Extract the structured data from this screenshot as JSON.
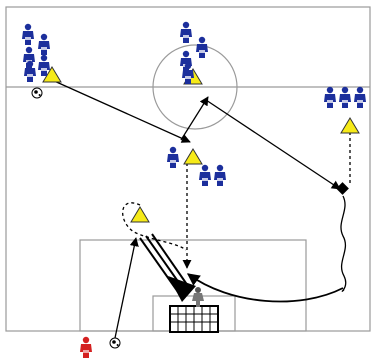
{
  "colors": {
    "background": "#ffffff",
    "field_lines": "#9a9a9a",
    "arrows": "#000000",
    "cone_fill": "#f6ea18",
    "cone_stroke": "#333333",
    "team_blue": "#1c2f9c",
    "team_red": "#d42020"
  },
  "icons": {
    "player": "player-icon",
    "cone": "cone-icon",
    "ball": "soccer-ball-icon",
    "goalkeeper": "goalkeeper-icon",
    "goal": "goal-net-icon",
    "marker": "diamond-marker-icon"
  },
  "groups": [
    {
      "name": "top-left-group",
      "team": "blue",
      "count": 5
    },
    {
      "name": "center-circle-group",
      "team": "blue",
      "count": 4
    },
    {
      "name": "right-line-group",
      "team": "blue",
      "count": 3
    },
    {
      "name": "midfield-group",
      "team": "blue",
      "count": 3
    },
    {
      "name": "red-player",
      "team": "red",
      "count": 1
    }
  ]
}
